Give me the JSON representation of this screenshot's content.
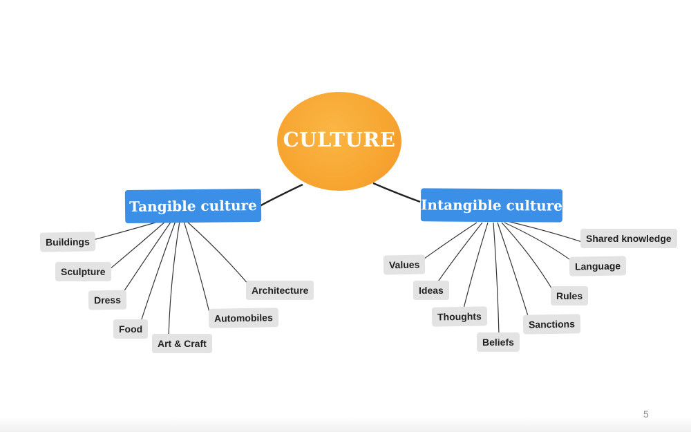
{
  "center": {
    "label": "CULTURE"
  },
  "tangible": {
    "title": "Tangible culture",
    "items": [
      "Buildings",
      "Sculpture",
      "Dress",
      "Food",
      "Art & Craft",
      "Automobiles",
      "Architecture"
    ]
  },
  "intangible": {
    "title": "Intangible culture",
    "items": [
      "Values",
      "Ideas",
      "Thoughts",
      "Beliefs",
      "Sanctions",
      "Rules",
      "Language",
      "Shared knowledge"
    ]
  },
  "page_number": "5",
  "colors": {
    "center_fill": "#f7a531",
    "branch_fill": "#3b8fe6",
    "leaf_fill": "#e3e3e3",
    "connector": "#222222"
  }
}
